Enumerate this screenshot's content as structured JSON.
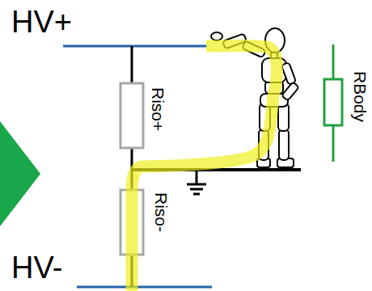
{
  "diagram": {
    "labels": [
      "HV+",
      "HV-",
      "Riso+",
      "Riso-",
      "RBody"
    ]
  }
}
